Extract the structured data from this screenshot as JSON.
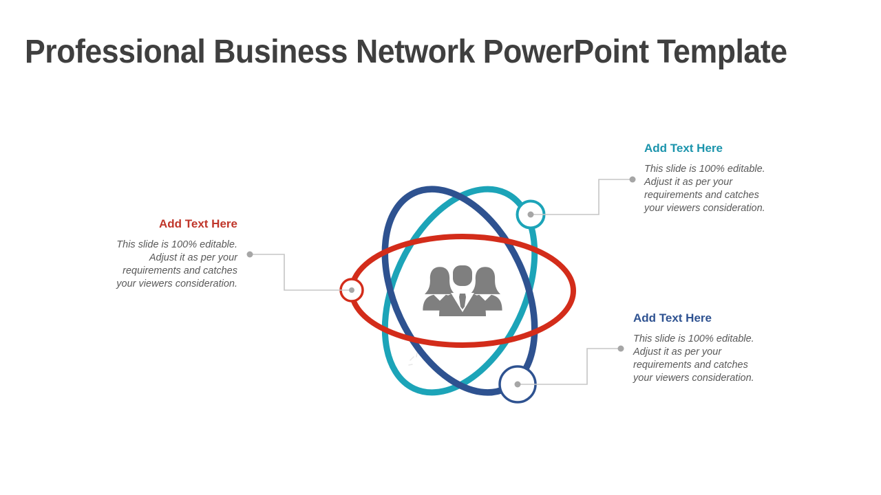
{
  "slide": {
    "title": "Professional Business Network PowerPoint Template",
    "title_color": "#3F3F3F",
    "background": "#FFFFFF"
  },
  "callouts": [
    {
      "position": "top-right",
      "heading": "Add Text Here",
      "heading_color": "#1B94AC",
      "body": "This slide is 100% editable.\nAdjust it as per your\nrequirements and catches\nyour viewers consideration.",
      "body_color": "#595959"
    },
    {
      "position": "left",
      "heading": "Add Text Here",
      "heading_color": "#C0362A",
      "body": "This slide is 100% editable.\nAdjust it as per your\nrequirements and catches\nyour viewers consideration.",
      "body_color": "#595959"
    },
    {
      "position": "bottom-right",
      "heading": "Add Text Here",
      "heading_color": "#2E5291",
      "body": "This slide is 100% editable.\nAdjust it as per your\nrequirements and catches\nyour viewers consideration.",
      "body_color": "#595959"
    }
  ],
  "diagram": {
    "center_icon": "people-group-icon",
    "icon_color": "#7F7F7F",
    "orbit_colors": {
      "teal": "#1CA4B8",
      "blue": "#2E5290",
      "red": "#D32C1A"
    },
    "node_ring_colors": {
      "teal": "#1CA4B8",
      "red": "#D32C1A",
      "blue": "#2E5290"
    },
    "connector_color": "#C5C5C5",
    "dot_color": "#A6A6A6"
  }
}
